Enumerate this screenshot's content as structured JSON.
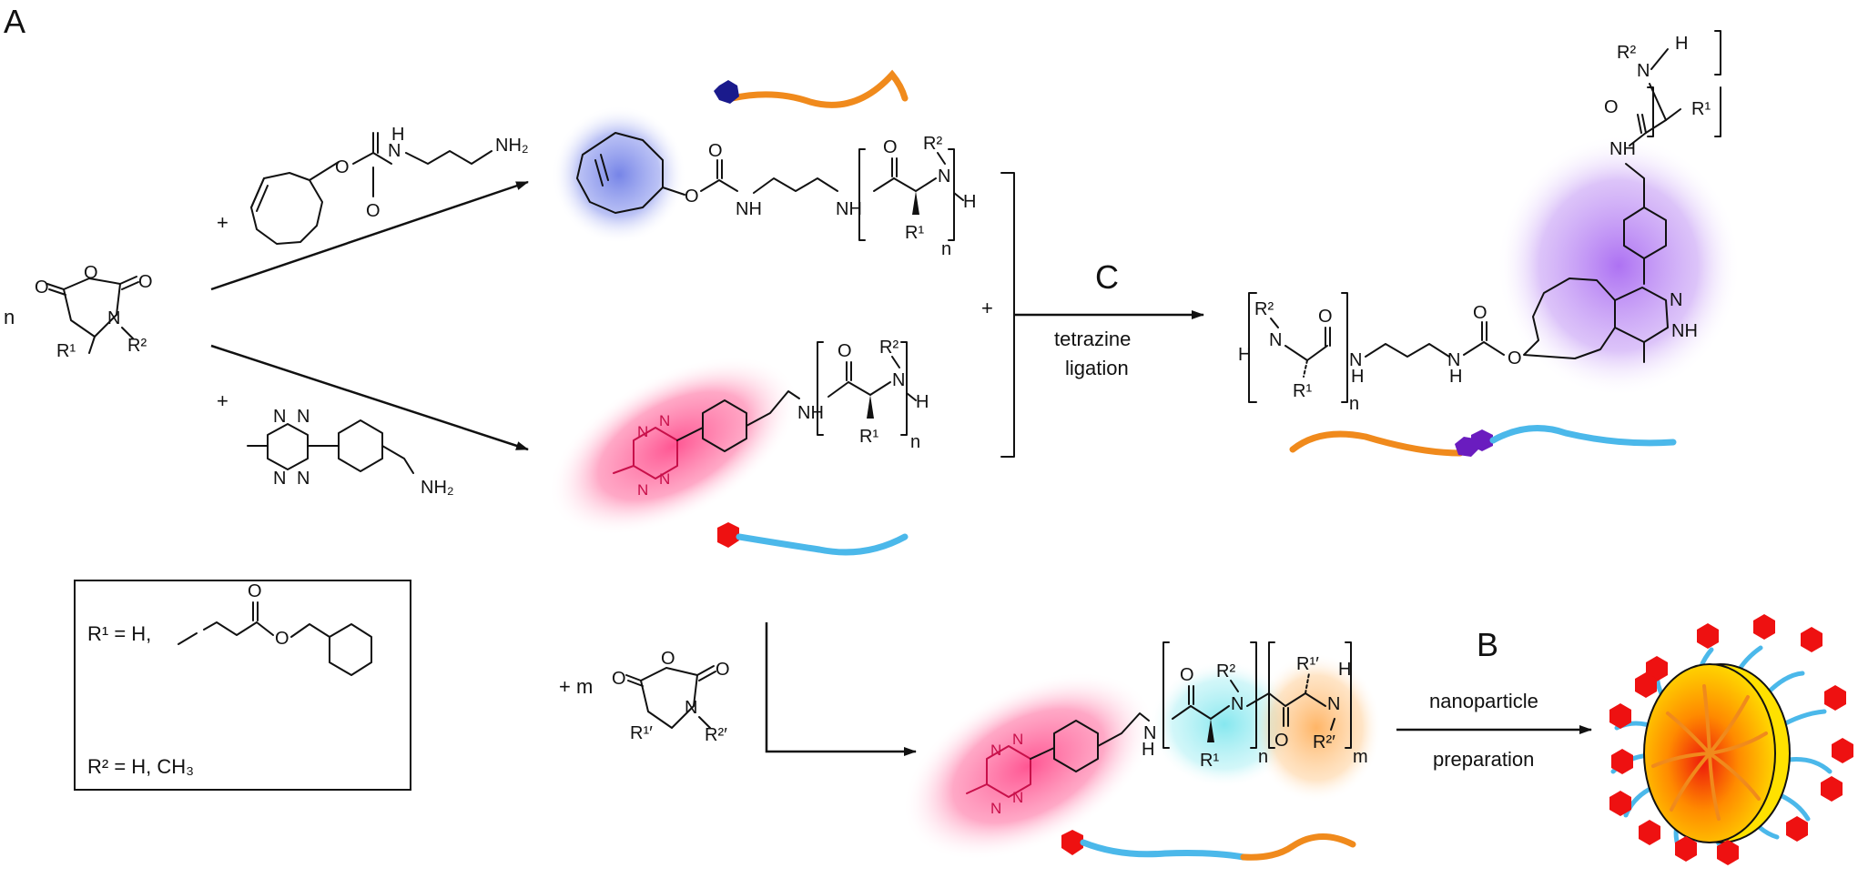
{
  "panel_labels": {
    "a": "A",
    "b": "B",
    "c": "C"
  },
  "coefficients": {
    "n": "n",
    "plus_m": "+ m",
    "plus_top": "+",
    "plus_mid": "+",
    "plus_join": "+"
  },
  "reaction_c": {
    "line1": "tetrazine",
    "line2": "ligation"
  },
  "reaction_b": {
    "line1": "nanoparticle",
    "line2": "preparation"
  },
  "legend": {
    "r1": "R¹ = H,",
    "r2": "R² = H, CH₃"
  },
  "atoms": {
    "O": "O",
    "N": "N",
    "H": "H",
    "NH": "NH",
    "NH2": "NH₂",
    "R1": "R¹",
    "R2": "R²",
    "R1p": "R¹′",
    "R2p": "R²′",
    "sub_n": "n",
    "sub_m": "m",
    "HN": "HN"
  },
  "colors": {
    "tco_glow": "#6f7ee6",
    "tetrazine_glow": "#ff4d8d",
    "adduct_glow": "#a96af2",
    "block1_glow": "#7fe6ee",
    "block2_glow": "#ffb15e",
    "navy_marker": "#1a1a8c",
    "red_marker": "#ee1111",
    "purple_marker": "#6a1cbf",
    "orange_chain": "#f08a1c",
    "blue_chain": "#4bb8ea"
  }
}
